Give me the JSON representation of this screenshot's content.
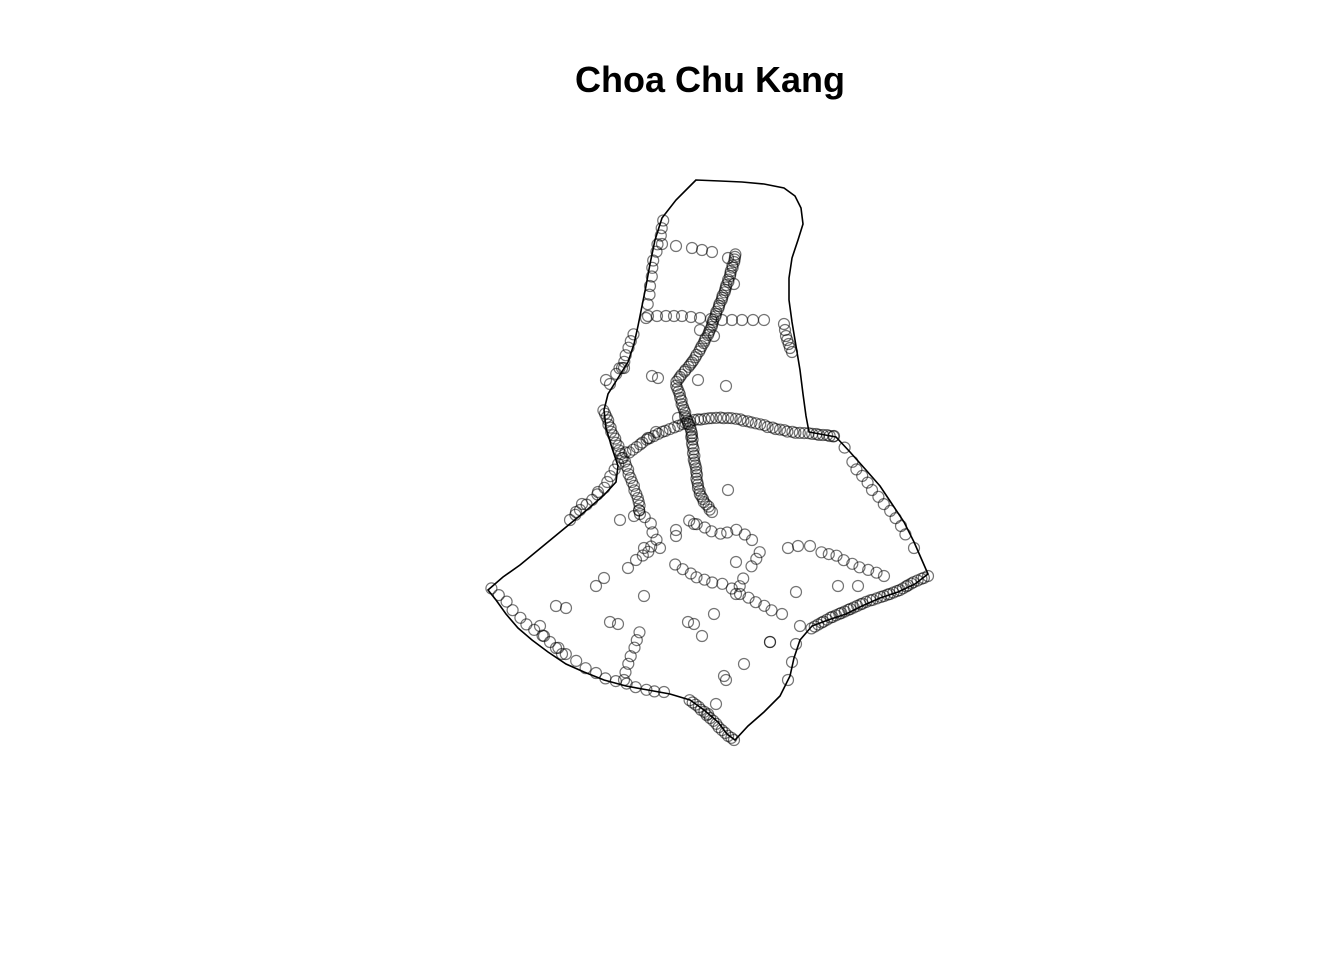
{
  "title": "Choa Chu Kang",
  "map": {
    "type": "point-pattern-on-boundary",
    "boundary_color": "#000000",
    "point_stroke": "#000000",
    "point_opacity": 0.55,
    "point_symbol": "open-circle"
  }
}
